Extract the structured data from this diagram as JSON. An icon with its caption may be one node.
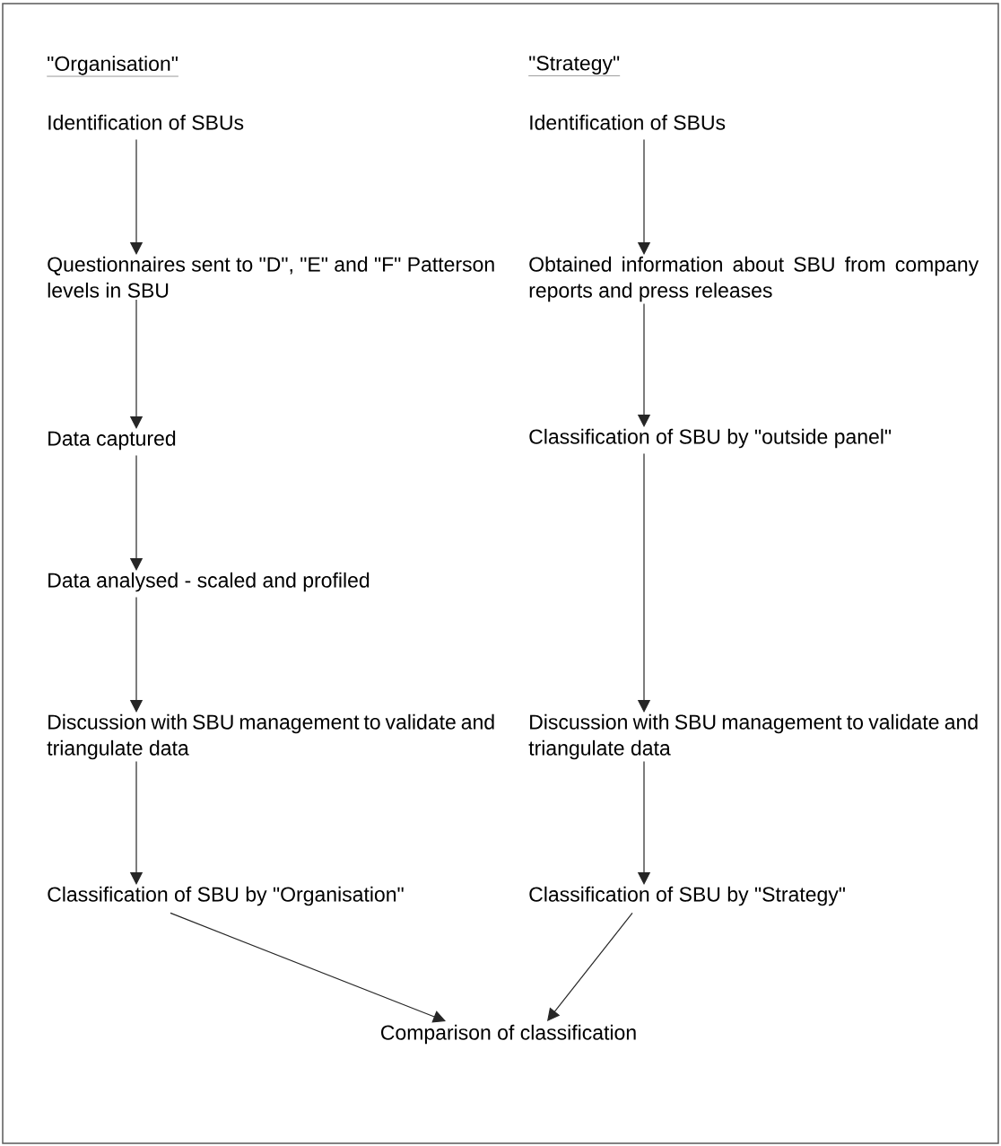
{
  "diagram": {
    "nodes": [
      {
        "text": [
          "Identification of SBUs"
        ]
      },
      {
        "text": [
          "Questionnaires sent to \"D\", \"E\" and \"F\" Patterson levels in SBU"
        ]
      },
      {
        "text": [
          "Data captured"
        ]
      },
      {
        "text": [
          "Data analysed - scaled and profiled"
        ]
      },
      {
        "text": [
          "Discussion with SBU management to validate and triangulate data"
        ]
      },
      {
        "text": [
          "Classification of SBU by \"Organisation\""
        ]
      },
      {
        "text": [
          "Identification of SBUs"
        ]
      },
      {
        "text": [
          "Obtained information about SBU from company reports and press releases"
        ]
      },
      {
        "text": [
          "Classification of SBU by \"outside panel\""
        ]
      },
      {
        "text": [
          "Discussion with SBU management to validate and triangulate data"
        ]
      },
      {
        "text": [
          "Classification of SBU by \"Strategy\""
        ]
      },
      {
        "text": [
          "Comparison of classification"
        ]
      }
    ],
    "edges": [
      {
        "from": 0,
        "to": 1,
        "arrow": "to"
      },
      {
        "from": 1,
        "to": 2,
        "arrow": "to"
      },
      {
        "from": 2,
        "to": 3,
        "arrow": "to"
      },
      {
        "from": 3,
        "to": 4,
        "arrow": "to"
      },
      {
        "from": 4,
        "to": 5,
        "arrow": "to"
      },
      {
        "from": 6,
        "to": 7,
        "arrow": "to"
      },
      {
        "from": 7,
        "to": 8,
        "arrow": "to"
      },
      {
        "from": 8,
        "to": 9,
        "arrow": "to"
      },
      {
        "from": 9,
        "to": 10,
        "arrow": "to"
      },
      {
        "from": 5,
        "to": 11,
        "arrow": "to"
      },
      {
        "from": 10,
        "to": 11,
        "arrow": "to"
      }
    ],
    "labels": [
      "\"Organisation\"",
      "\"Strategy\""
    ]
  }
}
